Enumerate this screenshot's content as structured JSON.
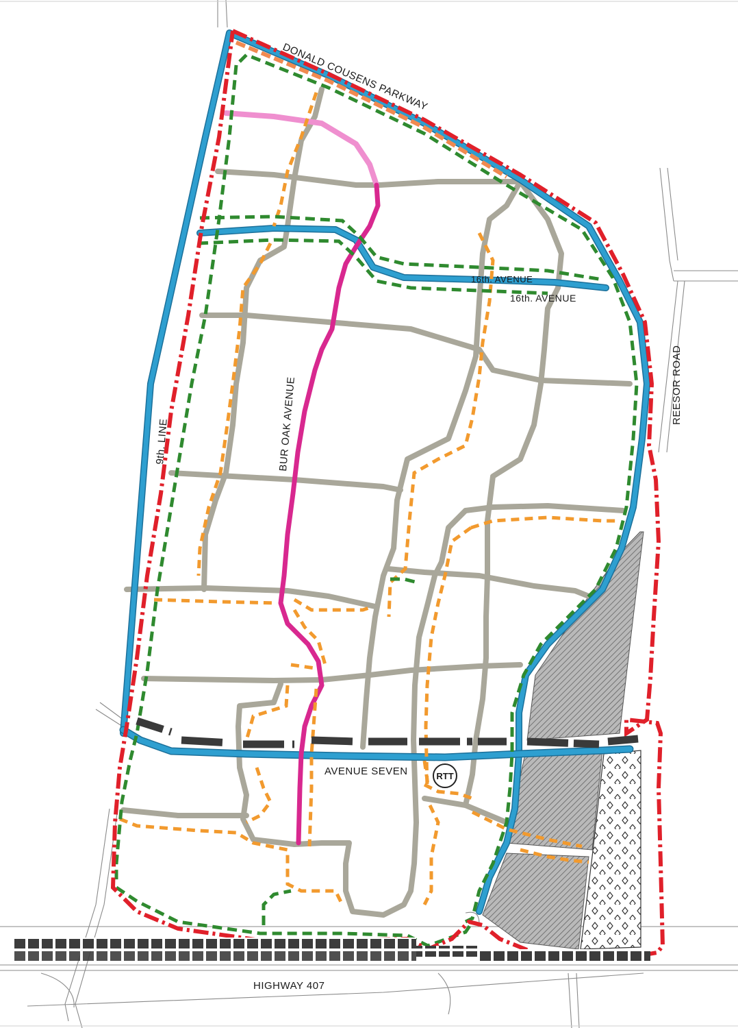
{
  "labels": {
    "donald_cousens": "DONALD COUSENS PARKWAY",
    "sixteenth_upper": "16th. AVENUE",
    "sixteenth_lower": "16th. AVENUE",
    "bur_oak": "BUR OAK AVENUE",
    "ninth_line": "9th. LINE",
    "reesor": "REESOR ROAD",
    "avenue_seven": "AVENUE SEVEN",
    "highway_407": "HIGHWAY 407",
    "rtt": "RTT"
  },
  "colors": {
    "arterial_blue": "#2e9fd0",
    "arterial_blue_edge": "#1b6f99",
    "collector_grey": "#a9a79a",
    "collector_grey_edge": "#8c8a7e",
    "bur_oak_magenta": "#d8288f",
    "bur_oak_pink": "#ef8fcf",
    "orange_dash": "#f29a2e",
    "parkway_orange": "#f08a50",
    "green_dash": "#2f8a2f",
    "red_boundary": "#e0202a",
    "transit_black": "#3a3a3a",
    "hatch_grey": "#8d8d8d",
    "base_line": "#8a8a8a"
  },
  "legend": []
}
